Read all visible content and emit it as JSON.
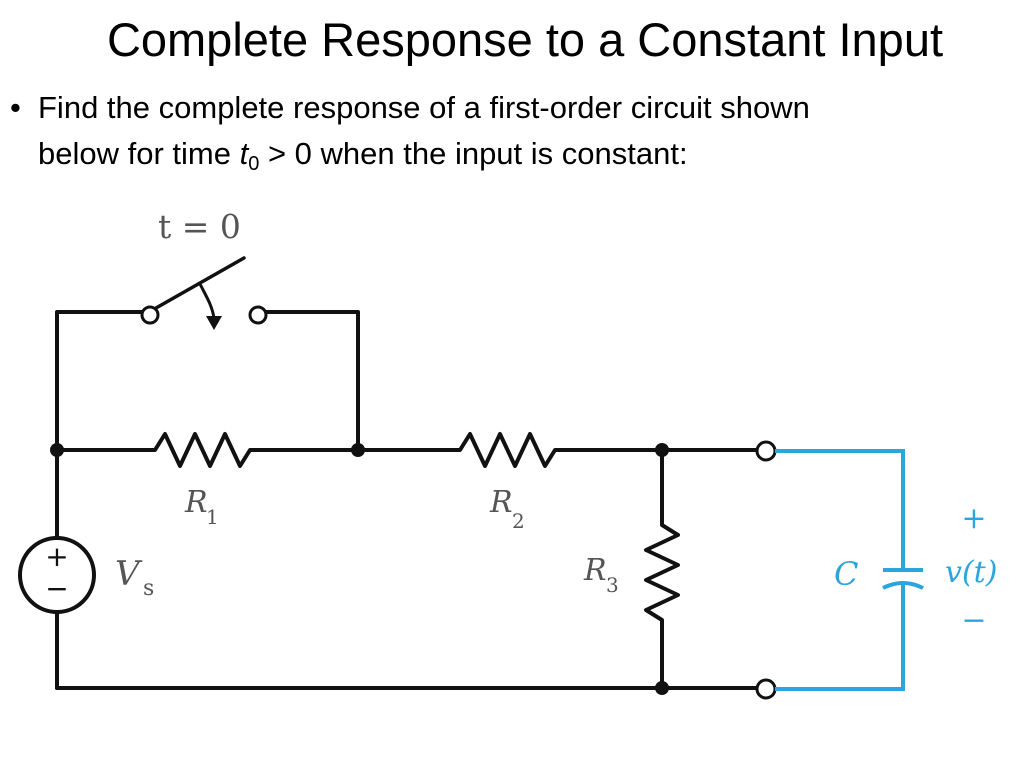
{
  "slide": {
    "title": "Complete Response to a Constant Input",
    "bullet": {
      "text_part1": "Find the complete response of a first-order circuit shown",
      "text_part2_prefix": "below for time ",
      "text_var": "t",
      "text_sub": "0",
      "text_part2_suffix": " > 0 when the input is constant:"
    }
  },
  "circuit": {
    "switch_label": "t = 0",
    "r1_label": "R",
    "r1_sub": "1",
    "r2_label": "R",
    "r2_sub": "2",
    "r3_label": "R",
    "r3_sub": "3",
    "source_label": "V",
    "source_sub": "s",
    "source_plus": "+",
    "source_minus": "−",
    "cap_label": "C",
    "voltage_label": "v(t)",
    "voltage_plus": "+",
    "voltage_minus": "−",
    "colors": {
      "wire": "#111111",
      "capacitor": "#2aa6dc",
      "label": "#555555"
    }
  }
}
